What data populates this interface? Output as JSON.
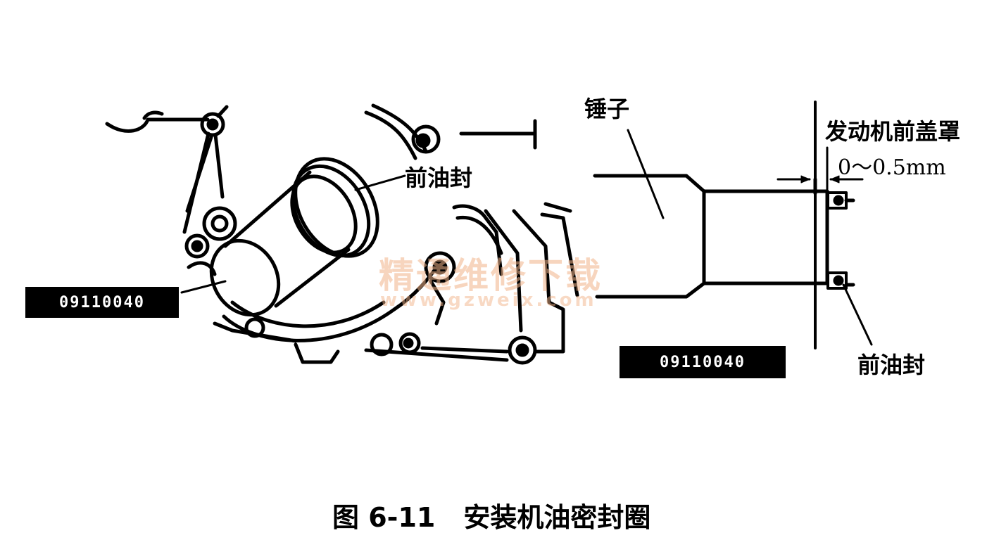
{
  "labels": {
    "front_seal_left": "前油封",
    "hammer": "锤子",
    "front_cover": "发动机前盖罩",
    "clearance": "0～0.5mm",
    "front_seal_right": "前油封"
  },
  "tool_codes": {
    "left": "09110040",
    "right": "09110040"
  },
  "caption": {
    "figure_no": "图 6-11",
    "text": "安装机油密封圈"
  },
  "watermark": {
    "title": "精通维修下载",
    "url": "www.gzweix.com",
    "color": "#f2b48a"
  },
  "colors": {
    "ink": "#000000",
    "background": "#ffffff"
  }
}
